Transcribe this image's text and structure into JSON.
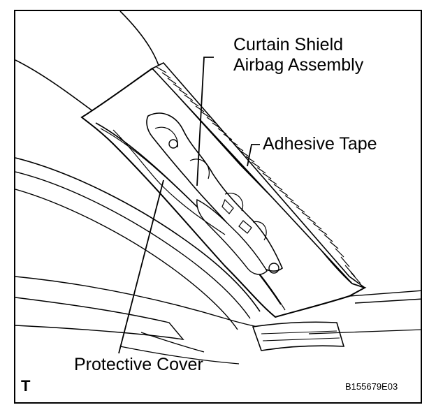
{
  "labels": {
    "curtain_line1": "Curtain Shield",
    "curtain_line2": "Airbag Assembly",
    "adhesive_tape": "Adhesive Tape",
    "protective_cover": "Protective Cover"
  },
  "corner_letter": "T",
  "figure_code": "B155679E03"
}
